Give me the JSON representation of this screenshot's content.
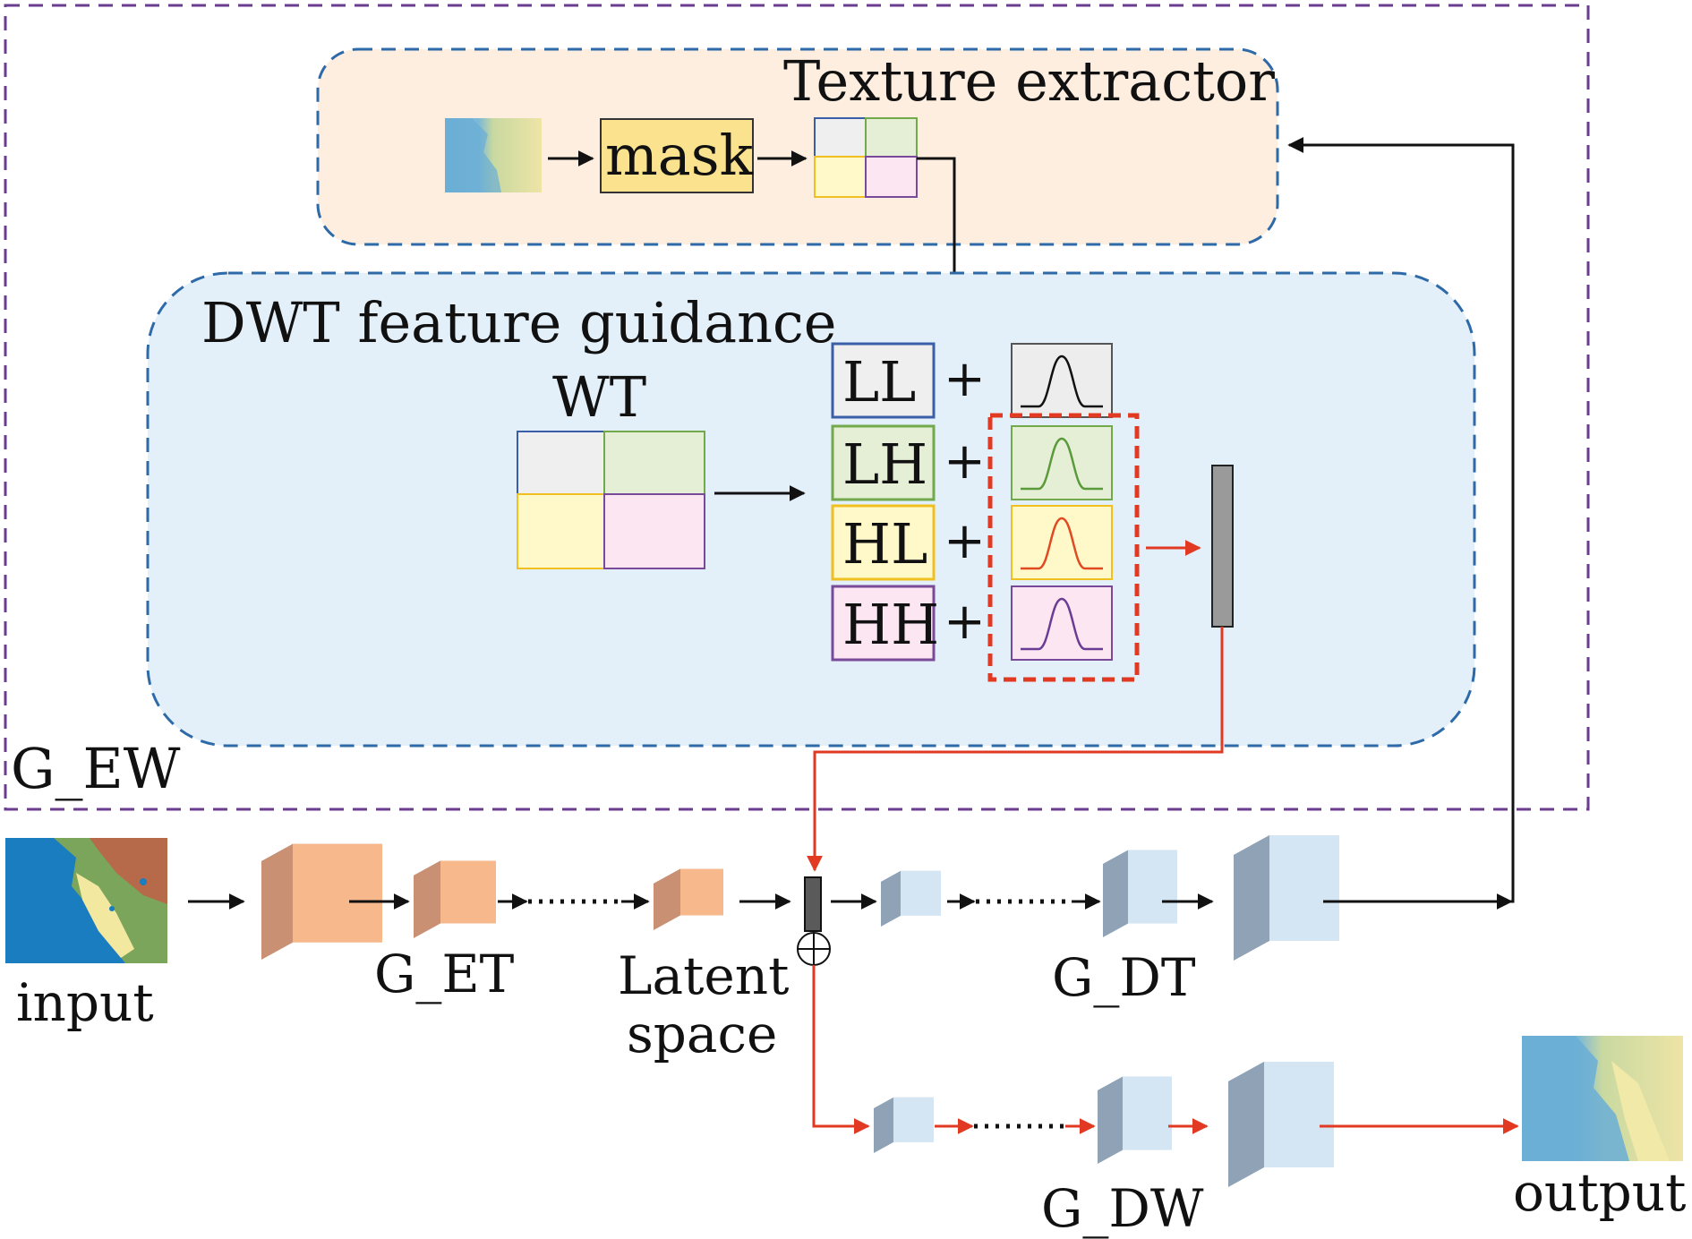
{
  "title_texture": "Texture extractor",
  "title_dwt": "DWT feature guidance",
  "label_wt": "WT",
  "label_mask": "mask",
  "label_gew": "G_EW",
  "subbands": [
    {
      "label": "LL",
      "fill": "#efefef",
      "border": "#3b5ea8",
      "curve": "#111111"
    },
    {
      "label": "LH",
      "fill": "#e4efd6",
      "border": "#72a94a",
      "curve": "#5a9a3a"
    },
    {
      "label": "HL",
      "fill": "#fff8c8",
      "border": "#f0c020",
      "curve": "#e04a22"
    },
    {
      "label": "HH",
      "fill": "#fbe6f2",
      "border": "#7a4a9a",
      "curve": "#6a3c94"
    }
  ],
  "plus": "+",
  "label_input": "input",
  "label_get": "G_ET",
  "label_latent_1": "Latent",
  "label_latent_2": "space",
  "label_gdt": "G_DT",
  "label_gdw": "G_DW",
  "label_output": "output",
  "oplus": "⊕",
  "colors": {
    "texture_bg": "#fdeee0",
    "dwt_bg": "#e3f0fa",
    "region_border": "#2e6aa8",
    "gew_border": "#6a3d8f",
    "red": "#e23a22",
    "encoder": "#f5b58a",
    "decoder": "#b8cfe6"
  }
}
